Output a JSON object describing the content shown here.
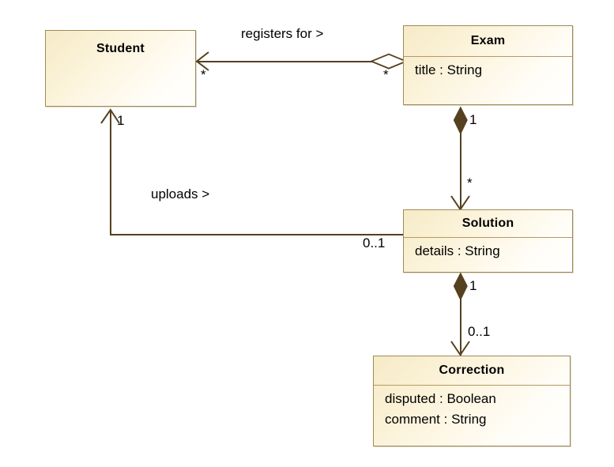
{
  "diagram": {
    "type": "uml-class-diagram",
    "title": "Exam / Solution / Correction UML class diagram",
    "background_color": "#ffffff",
    "class_fill_color": "#faf0cd",
    "class_border_color": "#a08a56",
    "connector_color": "#55401f"
  },
  "classes": [
    {
      "id": "student",
      "name": "Student",
      "attributes": []
    },
    {
      "id": "exam",
      "name": "Exam",
      "attributes": [
        "title : String"
      ]
    },
    {
      "id": "solution",
      "name": "Solution",
      "attributes": [
        "details : String"
      ]
    },
    {
      "id": "correction",
      "name": "Correction",
      "attributes": [
        "disputed : Boolean",
        "comment : String"
      ]
    }
  ],
  "relationships": [
    {
      "id": "exam-student",
      "label": "registers for >",
      "kind": "aggregation",
      "source": "Exam",
      "target": "Student",
      "source_multiplicity": "*",
      "target_multiplicity": "*"
    },
    {
      "id": "exam-solution",
      "label": "",
      "kind": "composition",
      "source": "Exam",
      "target": "Solution",
      "source_multiplicity": "1",
      "target_multiplicity": "*"
    },
    {
      "id": "solution-correction",
      "label": "",
      "kind": "composition",
      "source": "Solution",
      "target": "Correction",
      "source_multiplicity": "1",
      "target_multiplicity": "0..1"
    },
    {
      "id": "solution-student",
      "label": "uploads >",
      "kind": "association",
      "source": "Solution",
      "target": "Student",
      "source_multiplicity": "0..1",
      "target_multiplicity": "1"
    }
  ]
}
